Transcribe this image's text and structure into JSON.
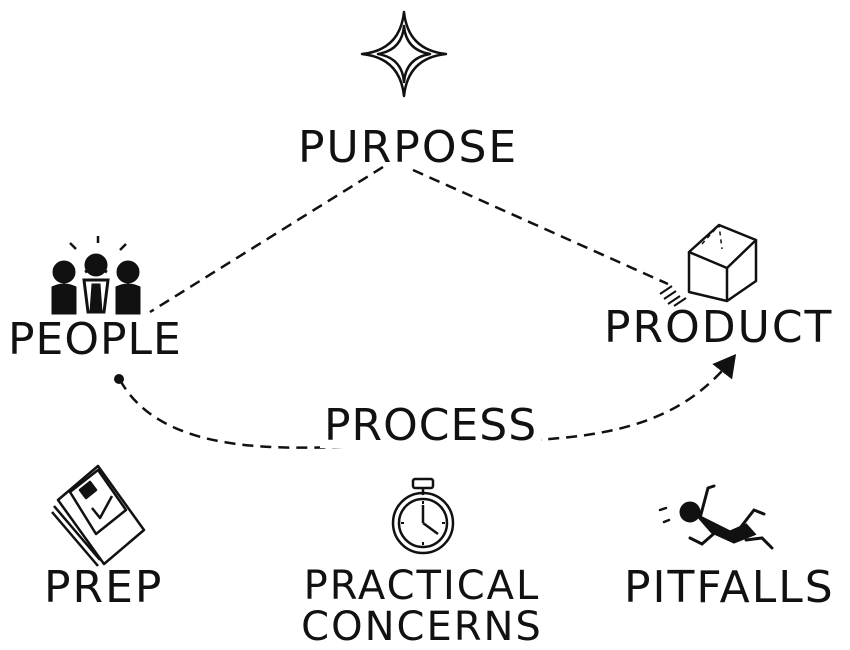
{
  "nodes": {
    "purpose": "PURPOSE",
    "people": "PEOPLE",
    "product": "PRODUCT",
    "process": "PROCESS"
  },
  "footer": {
    "prep": "PREP",
    "practical_concerns": "PRACTICAL CONCERNS",
    "pitfalls": "PITFALLS"
  },
  "icons": {
    "purpose": "four-point-star-icon",
    "people": "people-group-icon",
    "product": "cube-icon",
    "prep": "clipboard-check-icon",
    "practical_concerns": "stopwatch-icon",
    "pitfalls": "falling-person-icon"
  },
  "colors": {
    "ink": "#111111",
    "background": "#ffffff"
  }
}
